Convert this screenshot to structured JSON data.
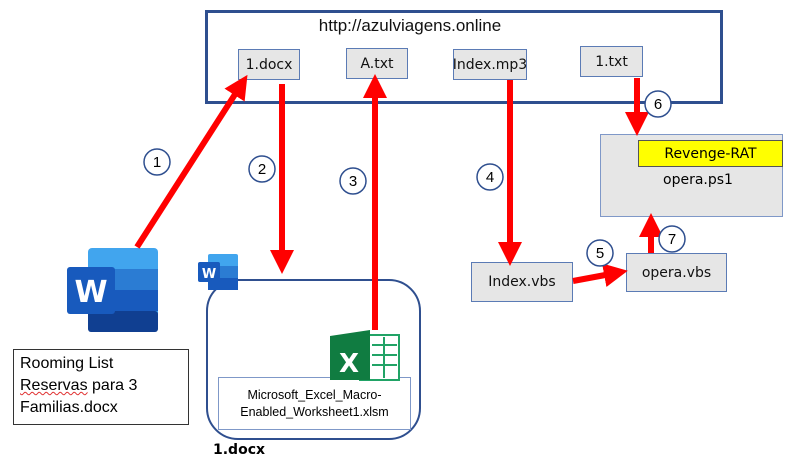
{
  "server": {
    "url": "http://azulviagens.online",
    "files": [
      "1.docx",
      "A.txt",
      "Index.mp3",
      "1.txt"
    ]
  },
  "payload": {
    "highlight": "Revenge-RAT",
    "name": "opera.ps1"
  },
  "scripts": {
    "index_vbs": "Index.vbs",
    "opera_vbs": "opera.vbs"
  },
  "document": {
    "label": "1.docx",
    "embedded_line1": "Microsoft_Excel_Macro-",
    "embedded_line2": "Enabled_Worksheet1.xlsm"
  },
  "lure": {
    "line1": "Rooming List",
    "line2a": "Reservas",
    "line2b": " para 3",
    "line3": "Familias.docx"
  },
  "steps": [
    "1",
    "2",
    "3",
    "4",
    "5",
    "6",
    "7"
  ],
  "colors": {
    "arrow": "#ff0000",
    "border": "#2f4f8f",
    "highlight": "#ffff00"
  }
}
